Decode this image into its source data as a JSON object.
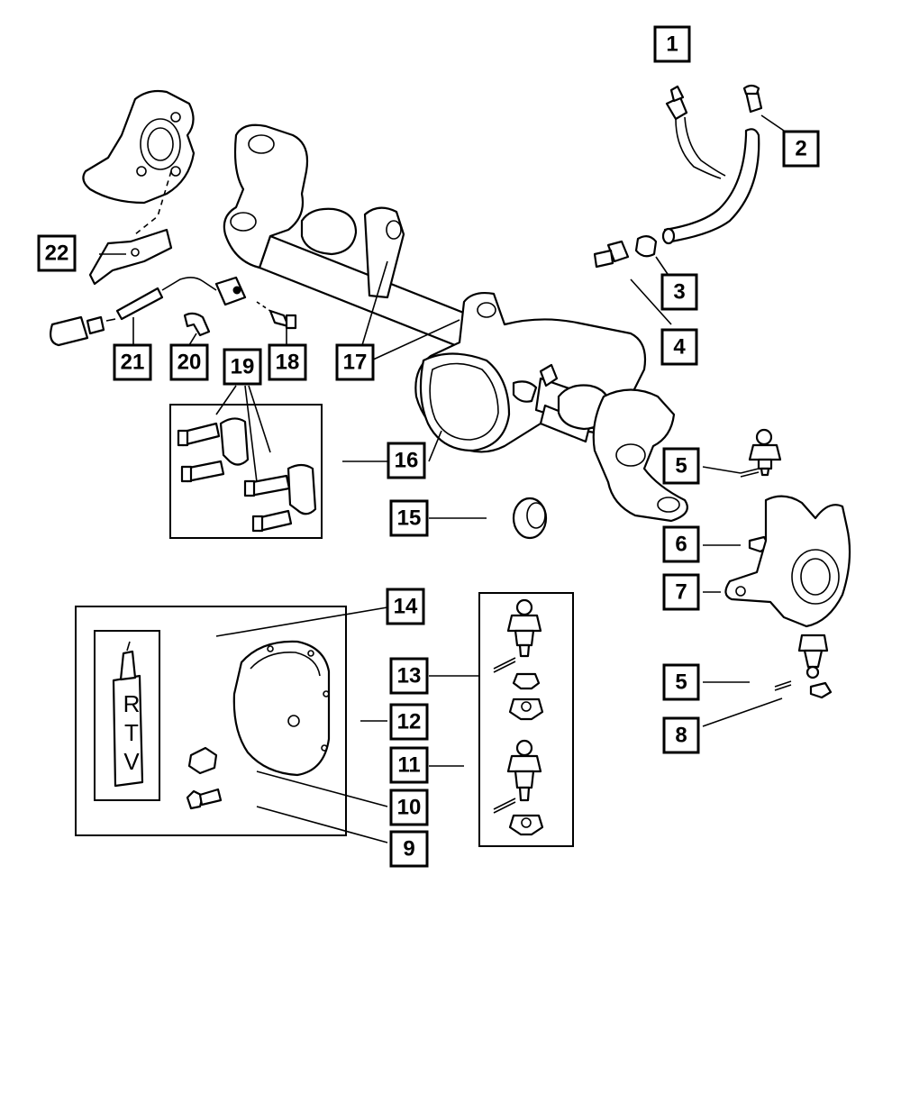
{
  "diagram": {
    "callouts": [
      "1",
      "2",
      "3",
      "4",
      "5",
      "6",
      "7",
      "5",
      "8",
      "9",
      "10",
      "11",
      "12",
      "13",
      "14",
      "15",
      "16",
      "17",
      "18",
      "19",
      "20",
      "21",
      "22"
    ],
    "rtv_tube_letters": [
      "R",
      "T",
      "V"
    ]
  }
}
